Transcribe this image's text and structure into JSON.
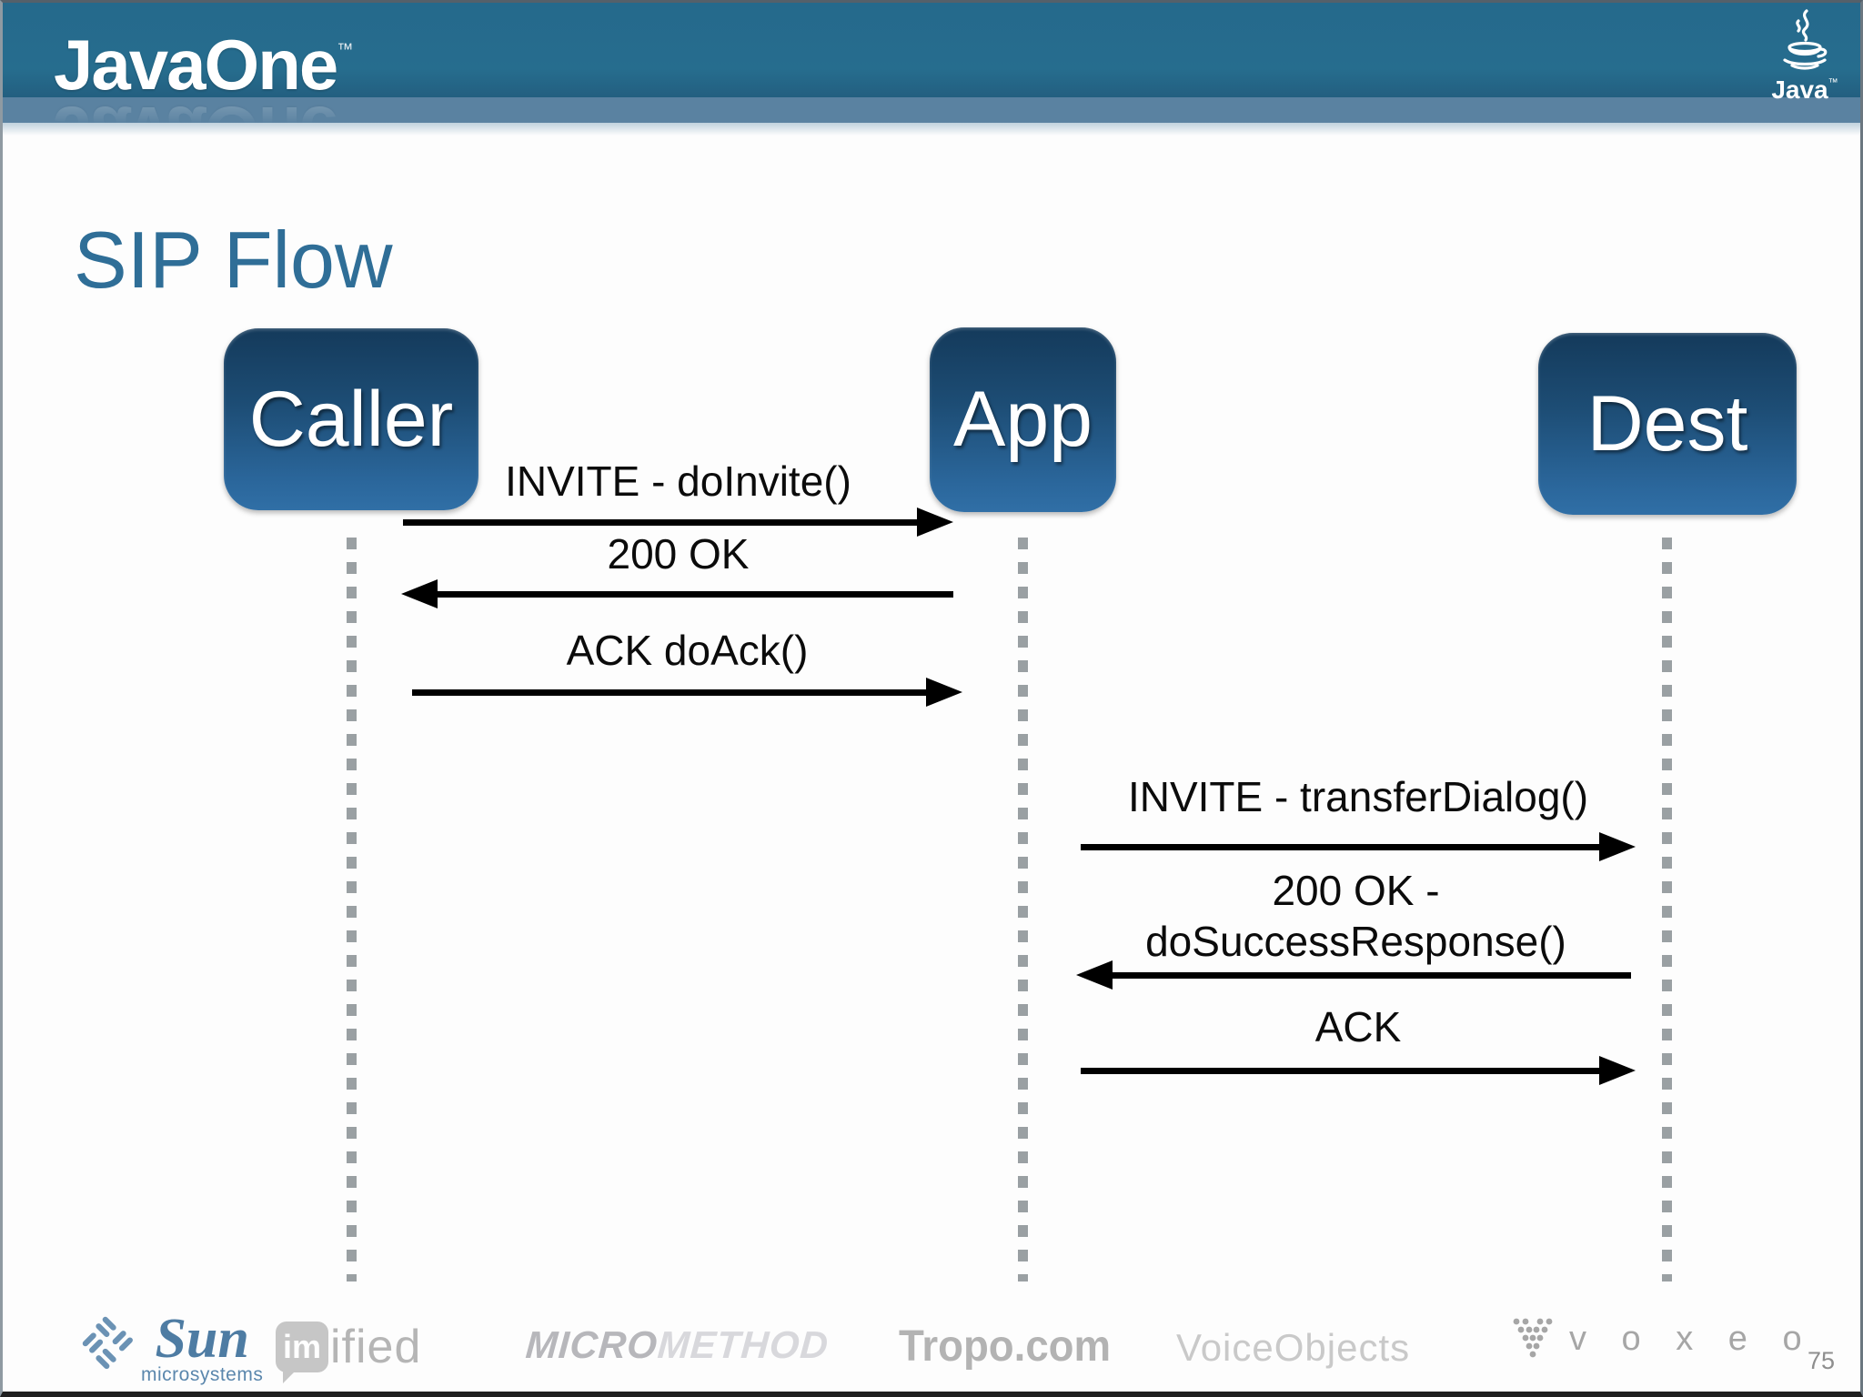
{
  "header": {
    "brand": "JavaOne",
    "tm": "™",
    "java_logo_label": "Java"
  },
  "slide": {
    "title": "SIP Flow",
    "page_number": "75"
  },
  "diagram": {
    "actors": [
      {
        "label": "Caller"
      },
      {
        "label": "App"
      },
      {
        "label": "Dest"
      }
    ],
    "messages": [
      {
        "label": "INVITE - doInvite()",
        "from": "Caller",
        "to": "App",
        "direction": "right"
      },
      {
        "label": "200 OK",
        "from": "App",
        "to": "Caller",
        "direction": "left"
      },
      {
        "label": "ACK doAck()",
        "from": "Caller",
        "to": "App",
        "direction": "right"
      },
      {
        "label": "INVITE - transferDialog()",
        "from": "App",
        "to": "Dest",
        "direction": "right"
      },
      {
        "label": "200 OK -",
        "label2": "doSuccessResponse()",
        "from": "Dest",
        "to": "App",
        "direction": "left"
      },
      {
        "label": "ACK",
        "from": "App",
        "to": "Dest",
        "direction": "right"
      }
    ]
  },
  "footer": {
    "sponsors": {
      "sun": {
        "name": "Sun",
        "sub": "microsystems"
      },
      "imified": {
        "bubble": "im",
        "rest": "ified"
      },
      "micromethod": {
        "part1": "MICRO",
        "part2": "METHOD"
      },
      "tropo": {
        "name": "Tropo.com"
      },
      "voiceobjects": {
        "name": "VoiceObjects"
      },
      "voxeo": {
        "name": "v o x e o"
      }
    }
  },
  "colors": {
    "header_bg": "#266d8e",
    "header_band": "#5a82a1",
    "title_text": "#2f6e97",
    "actor_gradient_top": "#143a5b",
    "actor_gradient_bottom": "#306fa6",
    "arrow": "#000000",
    "lifeline": "#9aa0a3",
    "sun_blue": "#4e7ca3",
    "sponsor_gray": "#bdbdbd"
  }
}
